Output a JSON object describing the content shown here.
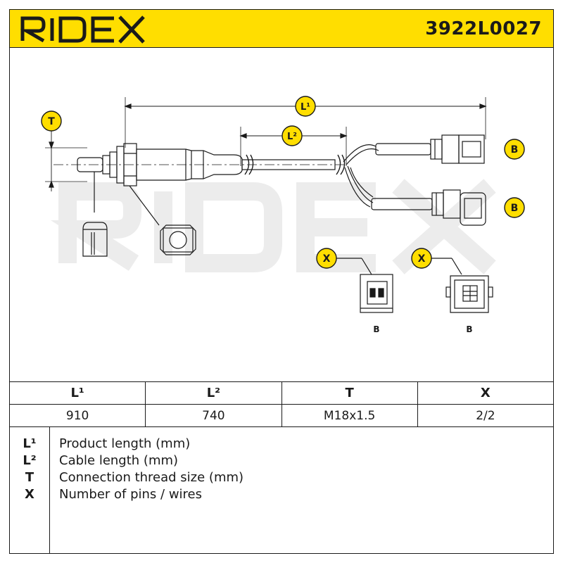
{
  "header": {
    "brand": "RIDEX",
    "part_number": "3922L0027"
  },
  "diagram": {
    "callout_l1": "L¹",
    "callout_l2": "L²",
    "callout_t": "T",
    "callout_b": "B",
    "callout_x": "X",
    "connector_label": "B"
  },
  "specs": {
    "headers": [
      "L¹",
      "L²",
      "T",
      "X"
    ],
    "values": [
      "910",
      "740",
      "M18x1.5",
      "2/2"
    ]
  },
  "legend": [
    {
      "key": "L¹",
      "desc": "Product length (mm)"
    },
    {
      "key": "L²",
      "desc": "Cable length (mm)"
    },
    {
      "key": "T",
      "desc": "Connection thread size (mm)"
    },
    {
      "key": "X",
      "desc": "Number of pins / wires"
    }
  ],
  "colors": {
    "brand_yellow": "#ffde00",
    "ink": "#1a1a1a",
    "watermark": "#ececec"
  }
}
